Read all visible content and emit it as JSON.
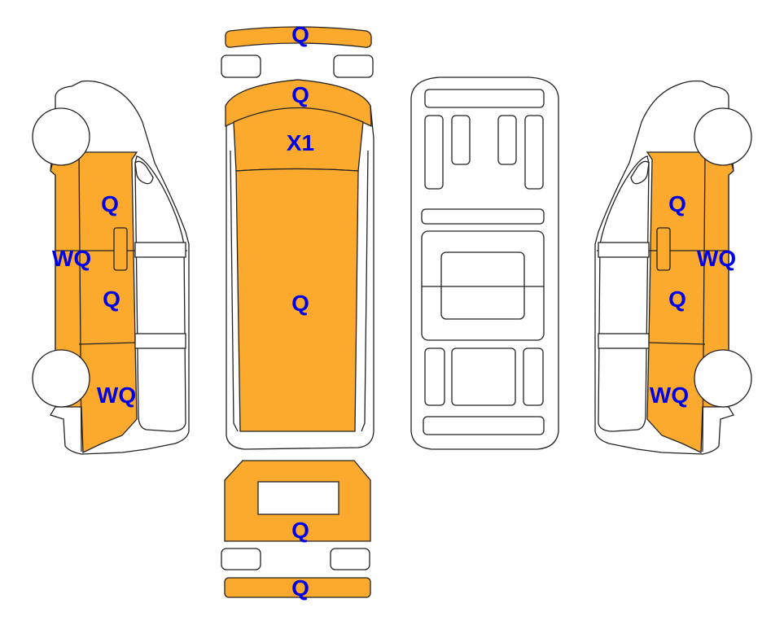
{
  "colors": {
    "damaged_fill": "#FBAA2D",
    "label_color": "#0000E6"
  },
  "left_side": {
    "labels": [
      "Q",
      "WQ",
      "Q",
      "WQ"
    ]
  },
  "right_side": {
    "labels": [
      "Q",
      "WQ",
      "Q",
      "WQ"
    ]
  },
  "front_view": {
    "bumper_label": "Q",
    "hood_label": "Q",
    "windshield_label": "X1",
    "roof_label": "Q"
  },
  "rear_view": {
    "door_label": "Q",
    "bumper_label": "Q"
  }
}
